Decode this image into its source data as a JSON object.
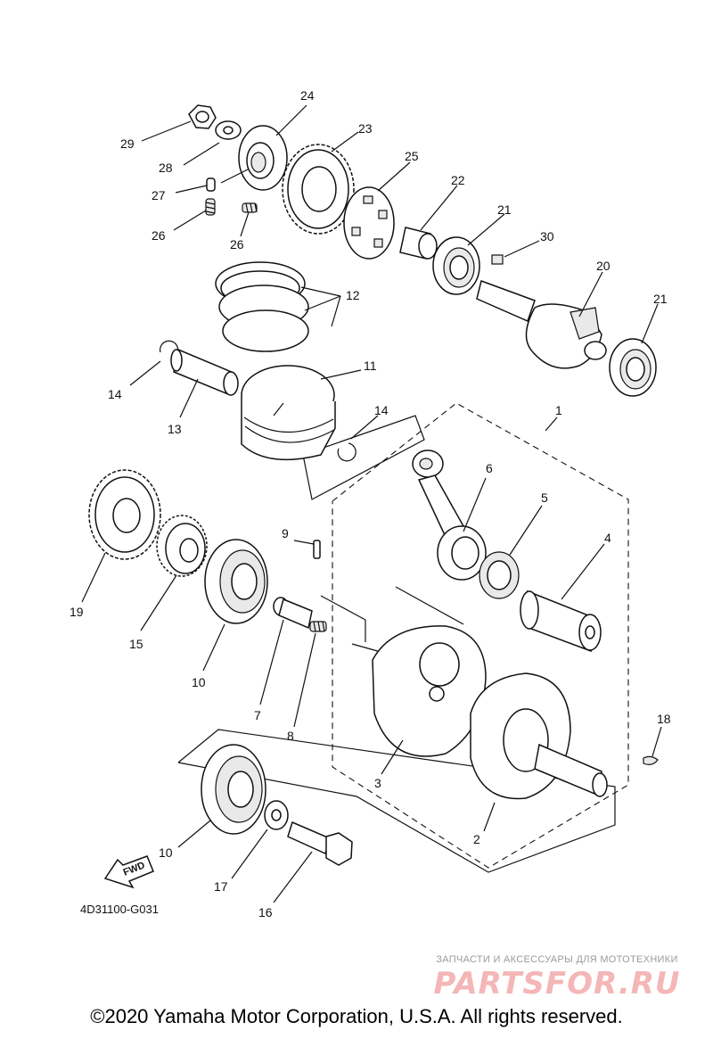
{
  "diagram": {
    "drawing_code": "4D31100-G031",
    "fwd_label": "FWD",
    "callouts": {
      "c1": "1",
      "c2": "2",
      "c3": "3",
      "c4": "4",
      "c5": "5",
      "c6": "6",
      "c7": "7",
      "c8": "8",
      "c9": "9",
      "c10a": "10",
      "c10b": "10",
      "c11": "11",
      "c12": "12",
      "c13": "13",
      "c14a": "14",
      "c14b": "14",
      "c15": "15",
      "c16": "16",
      "c17": "17",
      "c18": "18",
      "c19": "19",
      "c20": "20",
      "c21a": "21",
      "c21b": "21",
      "c22": "22",
      "c23": "23",
      "c24": "24",
      "c25": "25",
      "c26a": "26",
      "c26b": "26",
      "c27": "27",
      "c28": "28",
      "c29": "29",
      "c30": "30"
    }
  },
  "watermark": {
    "tagline": "ЗАПЧАСТИ И АКСЕССУАРЫ ДЛЯ МОТОТЕХНИКИ",
    "brand": "PARTSFOR.RU"
  },
  "footer": {
    "copyright": "©2020 Yamaha Motor Corporation, U.S.A. All rights reserved."
  }
}
